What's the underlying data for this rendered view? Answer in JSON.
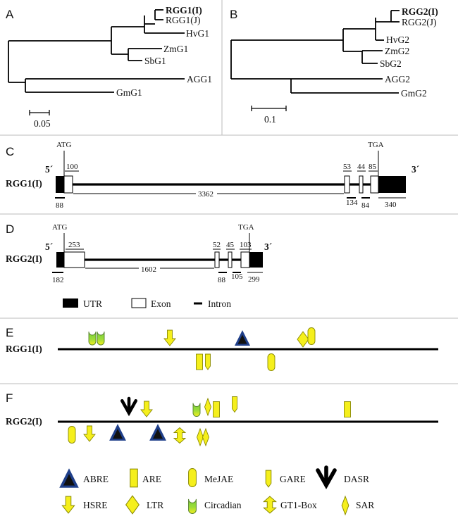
{
  "panels": {
    "A": {
      "label": "A",
      "taxa": [
        "RGG1(I)",
        "RGG1(J)",
        "HvG1",
        "ZmG1",
        "SbG1",
        "AGG1",
        "GmG1"
      ],
      "scale": "0.05"
    },
    "B": {
      "label": "B",
      "taxa": [
        "RGG2(I)",
        "RGG2(J)",
        "HvG2",
        "ZmG2",
        "SbG2",
        "AGG2",
        "GmG2"
      ],
      "scale": "0.1"
    },
    "C": {
      "label": "C",
      "gene": "RGG1(I)",
      "five_prime": "5´",
      "three_prime": "3´",
      "start": "ATG",
      "stop": "TGA",
      "exon_lengths": [
        "100",
        "53",
        "44",
        "85"
      ],
      "intron_lengths": [
        "3362",
        "134",
        "84"
      ],
      "utr_lengths": [
        "88",
        "340"
      ]
    },
    "D": {
      "label": "D",
      "gene": "RGG2(I)",
      "five_prime": "5´",
      "three_prime": "3´",
      "start": "ATG",
      "stop": "TGA",
      "exon_lengths": [
        "253",
        "52",
        "45",
        "103"
      ],
      "intron_lengths": [
        "1602",
        "88",
        "105"
      ],
      "utr_lengths": [
        "182",
        "299"
      ]
    },
    "E": {
      "label": "E",
      "gene": "RGG1(I)"
    },
    "F": {
      "label": "F",
      "gene": "RGG2(I)"
    }
  },
  "structure_legend": {
    "utr": "UTR",
    "exon": "Exon",
    "intron": "Intron"
  },
  "element_legend": [
    "ABRE",
    "ARE",
    "MeJAE",
    "GARE",
    "DASR",
    "HSRE",
    "LTR",
    "Circadian",
    "GT1-Box",
    "SAR"
  ],
  "colors": {
    "yellow": "#f5ef1c",
    "green": "#7fd33c",
    "navy": "#1f3f8a",
    "black": "#000000",
    "divider": "#bbbbbb"
  }
}
